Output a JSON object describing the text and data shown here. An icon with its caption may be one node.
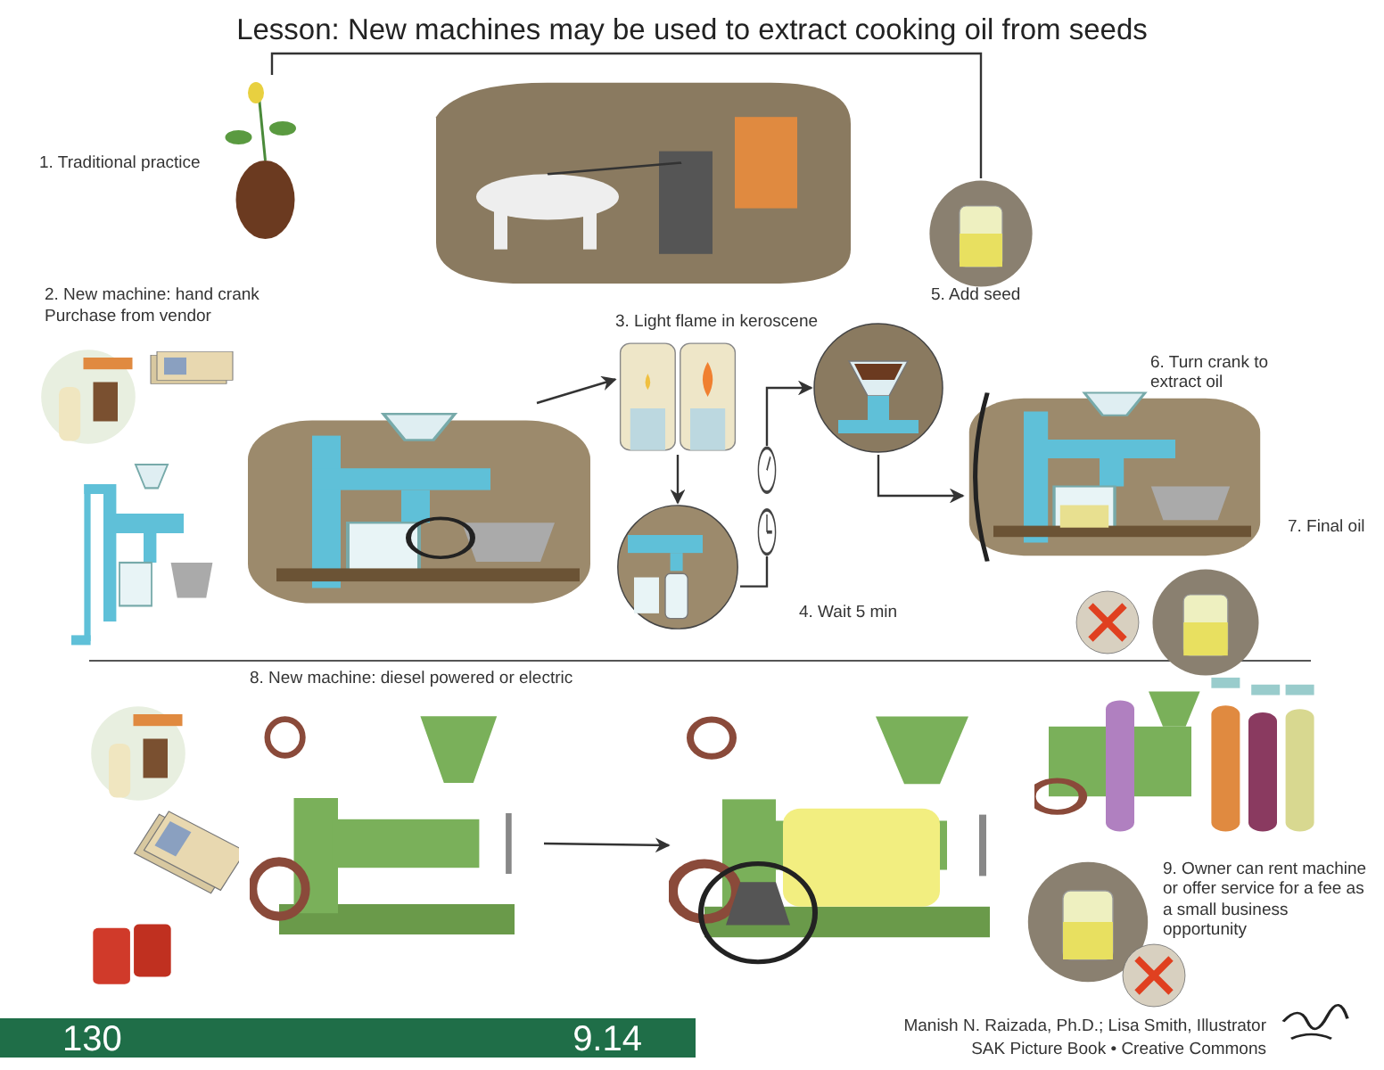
{
  "diagram": {
    "title": "Lesson: New machines may be used to extract cooking oil from seeds",
    "nodes": [
      {
        "text": [],
        "shape": "picture"
      },
      {
        "text": [],
        "shape": "picture"
      },
      {
        "text": [],
        "shape": "picture"
      },
      {
        "text": [],
        "shape": "picture"
      },
      {
        "text": [],
        "shape": "picture"
      },
      {
        "text": [],
        "shape": "picture"
      },
      {
        "text": [],
        "shape": "picture"
      },
      {
        "text": [],
        "shape": "picture"
      },
      {
        "text": [],
        "shape": "picture"
      },
      {
        "text": [],
        "shape": "picture"
      },
      {
        "text": [],
        "shape": "picture"
      },
      {
        "text": [],
        "shape": "picture"
      }
    ],
    "edges": [
      {
        "from": 0,
        "to": 2,
        "arrow": "none"
      },
      {
        "from": 3,
        "to": 4,
        "arrow": "to"
      },
      {
        "from": 4,
        "to": 5,
        "arrow": "to"
      },
      {
        "from": 5,
        "to": 6,
        "arrow": "none"
      },
      {
        "from": 6,
        "to": 7,
        "arrow": "to"
      },
      {
        "from": 7,
        "to": 8,
        "arrow": "to"
      },
      {
        "from": 9,
        "to": 10,
        "arrow": "to"
      }
    ],
    "labels": [
      "1. Traditional practice",
      "2. New machine: hand crank",
      "Purchase from vendor",
      "3. Light flame in keroscene",
      "5. Add seed",
      "6. Turn crank to extract oil",
      "4. Wait 5 min",
      "7. Final oil",
      "8. New machine: diesel powered or electric",
      "9. Owner can rent machine or offer service for a fee as a small business opportunity",
      "130",
      "9.14",
      "Manish N. Raizada, Ph.D.; Lisa Smith, Illustrator",
      "SAK Picture Book • Creative Commons"
    ]
  }
}
